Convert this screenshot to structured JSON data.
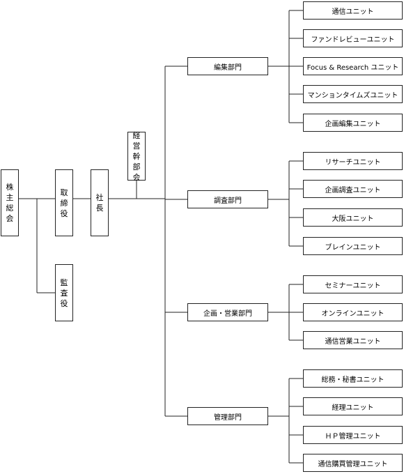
{
  "theme": {
    "line": "#222222",
    "box_fill": "#ffffff",
    "text": "#000000"
  },
  "vertical": {
    "shareholders": "株主総会",
    "board": "取締役",
    "auditor": "監査役",
    "president": "社長",
    "exec_council": "経営幹部会"
  },
  "departments": [
    {
      "name": "編集部門",
      "units": [
        "通信ユニット",
        "ファンドレビューユニット",
        "Focus & Research ユニット",
        "マンションタイムズユニット",
        "企画編集ユニット"
      ]
    },
    {
      "name": "調査部門",
      "units": [
        "リサーチユニット",
        "企画調査ユニット",
        "大阪ユニット",
        "ブレインユニット"
      ]
    },
    {
      "name": "企画・営業部門",
      "units": [
        "セミナーユニット",
        "オンラインユニット",
        "通信営業ユニット"
      ]
    },
    {
      "name": "管理部門",
      "units": [
        "総務・秘書ユニット",
        "経理ユニット",
        "ＨＰ管理ユニット",
        "通信購買管理ユニット"
      ]
    }
  ]
}
